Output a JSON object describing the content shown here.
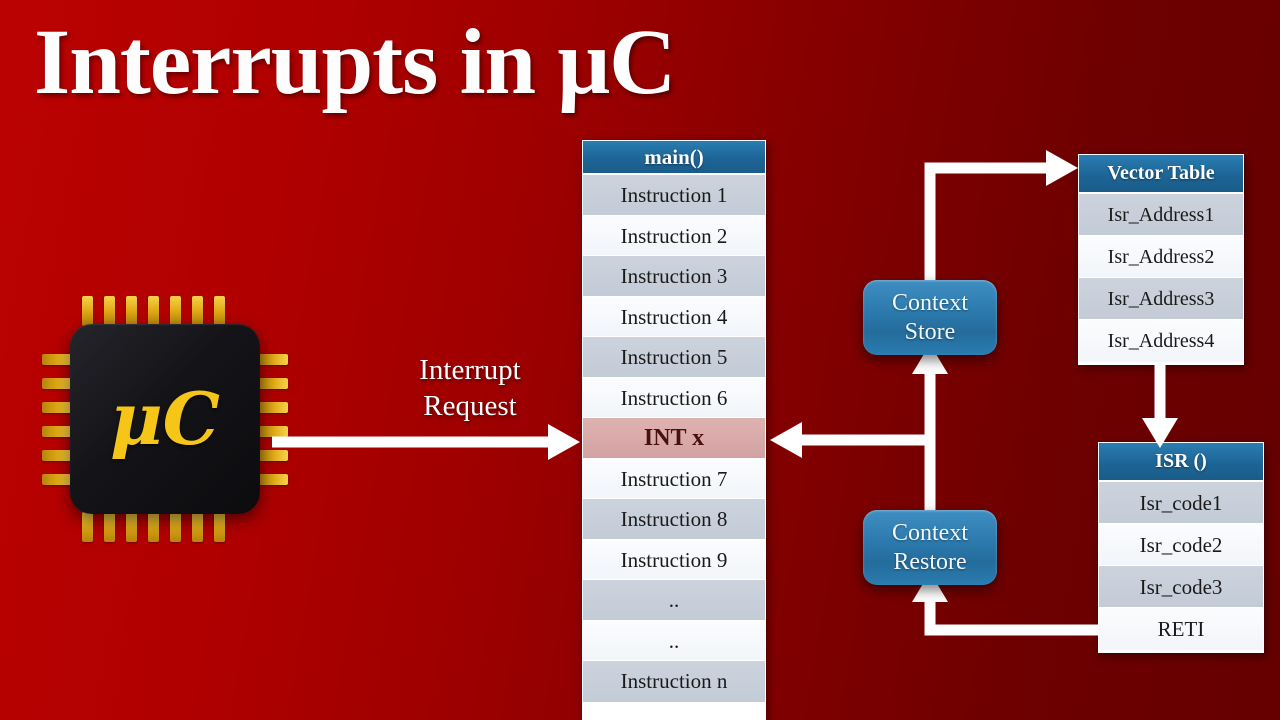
{
  "slide": {
    "title": "Interrupts in μC",
    "background_left_color": "#b00000",
    "background_right_color": "#650000"
  },
  "chip": {
    "label": "μC",
    "body_color": "#121216",
    "pin_color": "#e0a916",
    "pins_per_side": 8
  },
  "interrupt_signal": {
    "label_line1": "Interrupt",
    "label_line2": "Request",
    "arrow": "arrow-right"
  },
  "main_table": {
    "header": "main()",
    "header_color": "#1d6596",
    "highlight_color": "#d3a2a2",
    "rows": [
      {
        "text": "Instruction 1",
        "highlight": false
      },
      {
        "text": "Instruction 2",
        "highlight": false
      },
      {
        "text": "Instruction 3",
        "highlight": false
      },
      {
        "text": "Instruction 4",
        "highlight": false
      },
      {
        "text": "Instruction 5",
        "highlight": false
      },
      {
        "text": "Instruction 6",
        "highlight": false
      },
      {
        "text": "INT x",
        "highlight": true
      },
      {
        "text": "Instruction 7",
        "highlight": false
      },
      {
        "text": "Instruction 8",
        "highlight": false
      },
      {
        "text": "Instruction 9",
        "highlight": false
      },
      {
        "text": "..",
        "highlight": false
      },
      {
        "text": "..",
        "highlight": false
      },
      {
        "text": "Instruction n",
        "highlight": false
      }
    ]
  },
  "vector_table": {
    "header": "Vector Table",
    "rows": [
      {
        "text": "Isr_Address1"
      },
      {
        "text": "Isr_Address2"
      },
      {
        "text": "Isr_Address3"
      },
      {
        "text": "Isr_Address4"
      }
    ]
  },
  "isr_table": {
    "header": "ISR ()",
    "rows": [
      {
        "text": "Isr_code1"
      },
      {
        "text": "Isr_code2"
      },
      {
        "text": "Isr_code3"
      },
      {
        "text": "RETI"
      }
    ]
  },
  "context_store": {
    "line1": "Context",
    "line2": "Store"
  },
  "context_restore": {
    "line1": "Context",
    "line2": "Restore"
  },
  "flow_arrows": [
    {
      "name": "irq-to-main",
      "from": "μC",
      "to": "INT x"
    },
    {
      "name": "main-to-context-store",
      "from": "INT x",
      "to": "Context Store"
    },
    {
      "name": "store-to-vector-table",
      "from": "Context Store",
      "to": "Vector Table"
    },
    {
      "name": "vector-table-to-isr",
      "from": "Vector Table",
      "to": "ISR ()"
    },
    {
      "name": "reti-to-context-restore",
      "from": "RETI",
      "to": "Context Restore"
    },
    {
      "name": "restore-to-main",
      "from": "Context Restore",
      "to": "INT x"
    }
  ]
}
